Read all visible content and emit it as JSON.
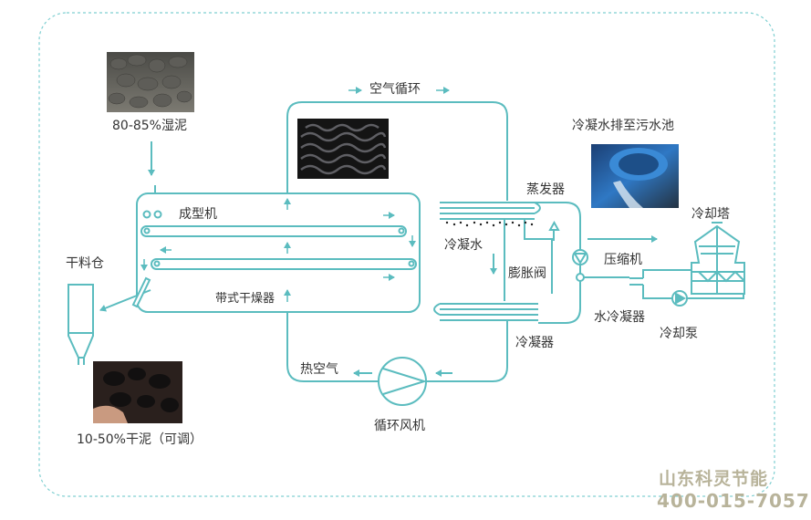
{
  "labels": {
    "wet_sludge": "80-85%湿泥",
    "air_circulation": "空气循环",
    "condensate_drain": "冷凝水排至污水池",
    "forming_machine": "成型机",
    "evaporator": "蒸发器",
    "cooling_tower": "冷却塔",
    "condensate_water": "冷凝水",
    "dry_silo": "干料仓",
    "compressor": "压缩机",
    "expansion_valve": "膨胀阀",
    "belt_dryer": "带式干燥器",
    "water_condenser": "水冷凝器",
    "cooling_pump": "冷却泵",
    "condenser": "冷凝器",
    "hot_air": "热空气",
    "circulating_fan": "循环风机",
    "dry_sludge": "10-50%干泥（可调）"
  },
  "brand": {
    "name": "山东科灵节能",
    "phone": "400-015-7057"
  },
  "colors": {
    "line": "#5bbcbf",
    "frame": "#7fcfd1",
    "text": "#333333",
    "brand": "#b8b39a"
  }
}
